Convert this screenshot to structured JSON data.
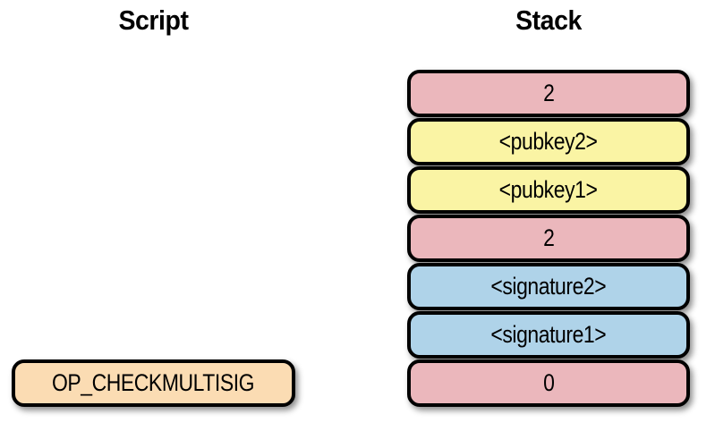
{
  "diagram": {
    "columns": {
      "script": {
        "title": "Script",
        "items": [
          {
            "label": "OP_CHECKMULTISIG",
            "color": "#FBDCB3"
          }
        ]
      },
      "stack": {
        "title": "Stack",
        "items": [
          {
            "label": "2",
            "color": "#EBB7BC"
          },
          {
            "label": "<pubkey2>",
            "color": "#FAF4A4"
          },
          {
            "label": "<pubkey1>",
            "color": "#FAF4A4"
          },
          {
            "label": "2",
            "color": "#EBB7BC"
          },
          {
            "label": "<signature2>",
            "color": "#AFD3E9"
          },
          {
            "label": "<signature1>",
            "color": "#AFD3E9"
          },
          {
            "label": "0",
            "color": "#EBB7BC"
          }
        ]
      }
    },
    "colors": {
      "border": "#000000",
      "background": "#FFFFFF",
      "operator": "#FBDCB3",
      "number": "#EBB7BC",
      "pubkey": "#FAF4A4",
      "signature": "#AFD3E9"
    }
  }
}
